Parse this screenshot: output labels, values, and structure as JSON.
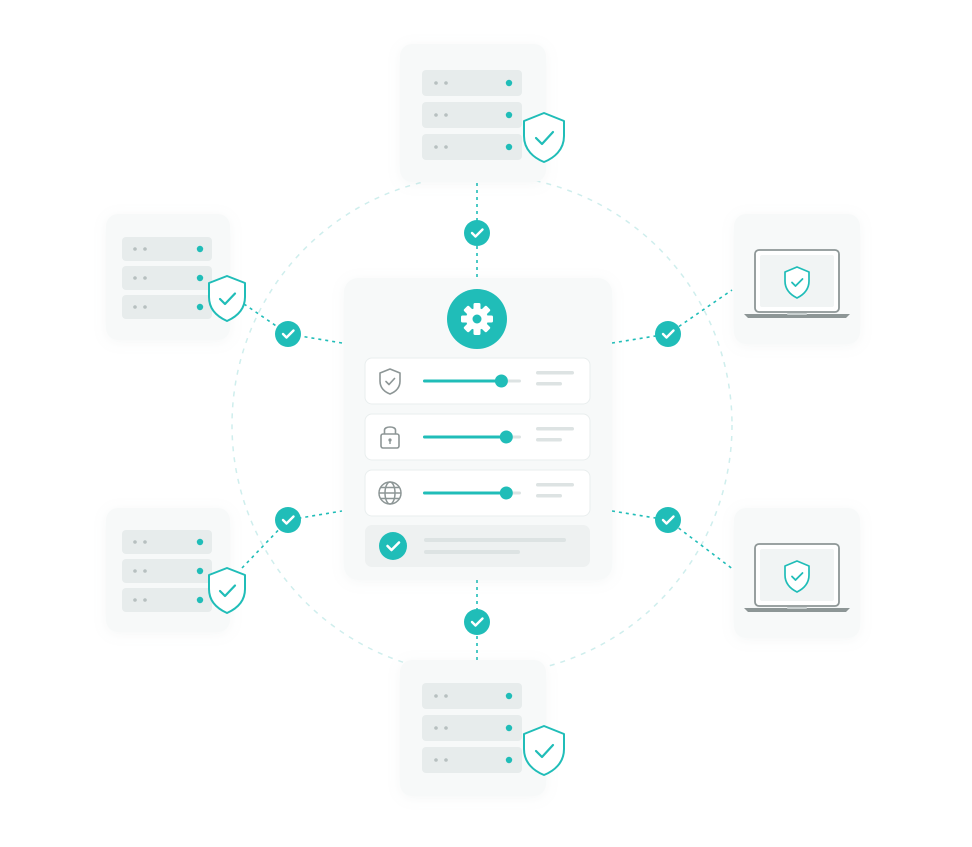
{
  "theme": {
    "accent": "#20bdb8",
    "accent_dark": "#159f9a",
    "card_bg": "#f7f9f9",
    "row_bg": "#e7ecec",
    "muted": "#dde3e3",
    "line": "#cbd3d3",
    "icon_gray": "#8d9696",
    "ring": "#cfeeed"
  },
  "hub": {
    "header_icon": "gear-icon",
    "settings_rows": [
      {
        "icon": "shield-check-icon",
        "slider_level": 0.8
      },
      {
        "icon": "lock-icon",
        "slider_level": 0.85
      },
      {
        "icon": "globe-icon",
        "slider_level": 0.85
      }
    ],
    "confirm_row": {
      "icon": "check-circle-icon"
    }
  },
  "nodes": [
    {
      "id": "server-top",
      "type": "server",
      "status_icon": "shield-check-icon"
    },
    {
      "id": "server-left-upper",
      "type": "server",
      "status_icon": "shield-check-icon"
    },
    {
      "id": "server-left-lower",
      "type": "server",
      "status_icon": "shield-check-icon"
    },
    {
      "id": "server-bottom",
      "type": "server",
      "status_icon": "shield-check-icon"
    },
    {
      "id": "laptop-right-upper",
      "type": "laptop",
      "status_icon": "shield-check-icon"
    },
    {
      "id": "laptop-right-lower",
      "type": "laptop",
      "status_icon": "shield-check-icon"
    }
  ],
  "connections": [
    {
      "to": "server-top",
      "badge_icon": "check-circle-icon"
    },
    {
      "to": "server-left-upper",
      "badge_icon": "check-circle-icon"
    },
    {
      "to": "server-left-lower",
      "badge_icon": "check-circle-icon"
    },
    {
      "to": "server-bottom",
      "badge_icon": "check-circle-icon"
    },
    {
      "to": "laptop-right-upper",
      "badge_icon": "check-circle-icon"
    },
    {
      "to": "laptop-right-lower",
      "badge_icon": "check-circle-icon"
    }
  ]
}
